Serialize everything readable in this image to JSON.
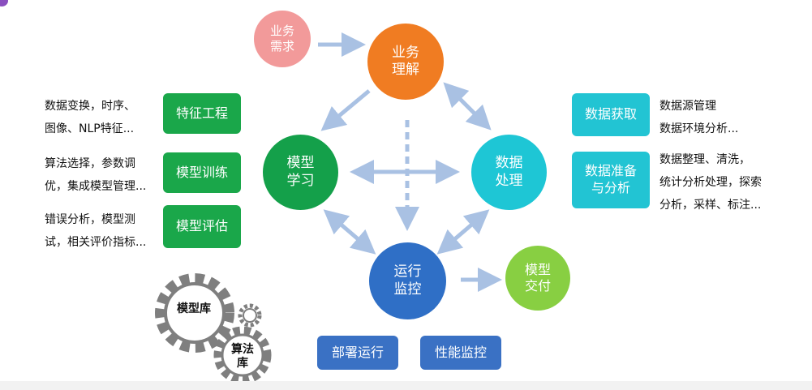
{
  "colors": {
    "arrow": "#a9c1e3",
    "gear": "#7f7f7f"
  },
  "circles": {
    "xuqiu": "业务\n需求",
    "lijie": "业务\n理解",
    "xuexi": "模型\n学习",
    "chuli": "数据\n处理",
    "jiankong": "运行\n监控",
    "jiaofu": "模型\n交付"
  },
  "boxes": {
    "tezheng": "特征工程",
    "xunlian": "模型训练",
    "pinggu": "模型评估",
    "huoqu": "数据获取",
    "zhunbei": "数据准备\n与分析",
    "bushu": "部署运行",
    "jiankong": "性能监控"
  },
  "notes": {
    "tezheng": "数据变换，时序、\n图像、NLP特征...",
    "xunlian": "算法选择，参数调\n优，集成模型管理...",
    "pinggu": "错误分析，模型测\n试，相关评价指标...",
    "huoqu": "数据源管理\n数据环境分析...",
    "zhunbei": "数据整理、清洗，\n统计分析处理，探索\n分析，采样、标注..."
  },
  "gears": {
    "moxing": "模型库",
    "suanfa": "算法\n库"
  }
}
